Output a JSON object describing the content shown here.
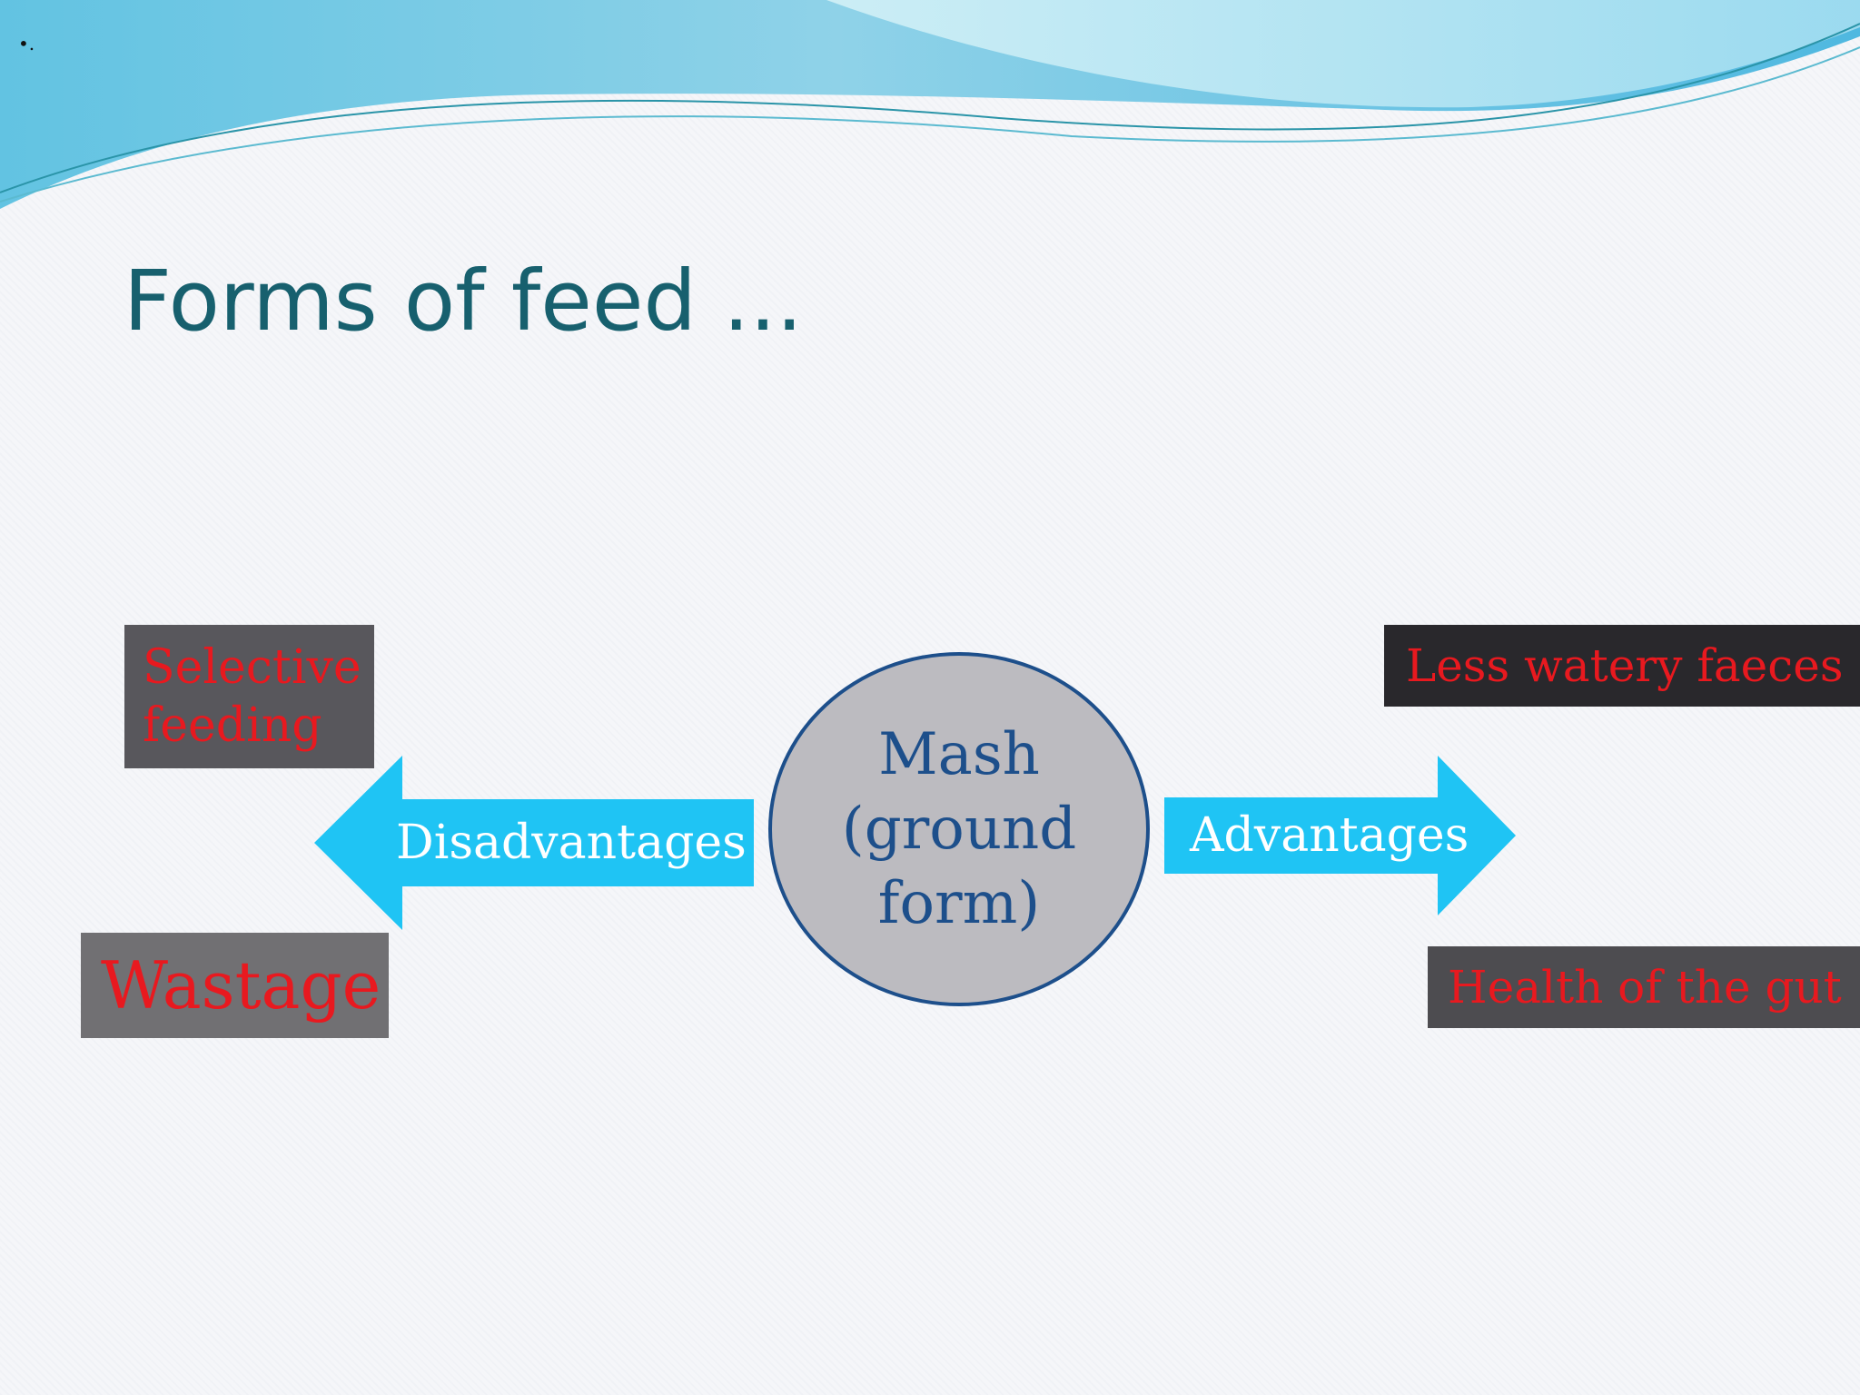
{
  "slide": {
    "bullet": "•.",
    "title": "Forms of feed ..."
  },
  "center": {
    "lines": [
      "Mash",
      "(ground",
      "form)"
    ]
  },
  "arrows": {
    "left_label": "Disadvantages",
    "right_label": "Advantages"
  },
  "disadvantages": [
    "Selective",
    "feeding",
    "Wastage"
  ],
  "advantages": [
    "Less watery faeces",
    "Health of the gut"
  ],
  "colors": {
    "title": "#17606e",
    "arrow": "#1fc4f4",
    "circle_fill": "#bcbbc0",
    "circle_border": "#1d4f8b",
    "box_text": "#e8191f"
  }
}
